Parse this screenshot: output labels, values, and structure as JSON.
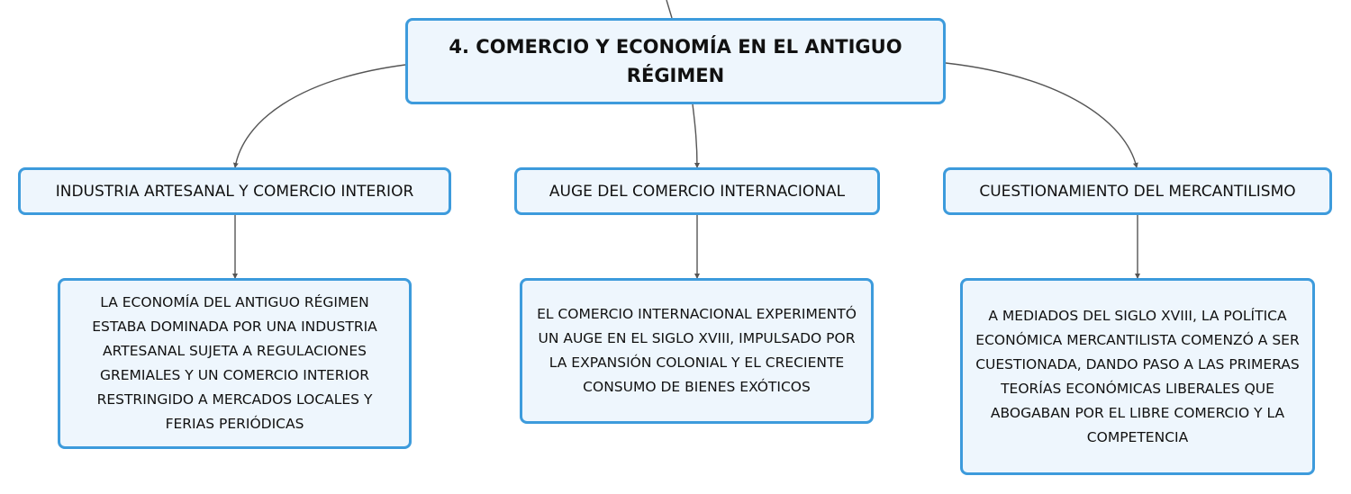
{
  "mindmap": {
    "root": {
      "title": "4. COMERCIO Y ECONOMÍA EN EL ANTIGUO RÉGIMEN"
    },
    "branches": [
      {
        "label": "INDUSTRIA ARTESANAL Y COMERCIO INTERIOR",
        "detail": "LA ECONOMÍA DEL ANTIGUO RÉGIMEN ESTABA DOMINADA POR UNA INDUSTRIA ARTESANAL SUJETA A REGULACIONES GREMIALES Y UN COMERCIO INTERIOR RESTRINGIDO A MERCADOS LOCALES Y FERIAS PERIÓDICAS"
      },
      {
        "label": "AUGE DEL COMERCIO INTERNACIONAL",
        "detail": "EL COMERCIO INTERNACIONAL EXPERIMENTÓ UN AUGE EN EL SIGLO XVIII, IMPULSADO POR LA EXPANSIÓN COLONIAL Y EL CRECIENTE CONSUMO DE BIENES EXÓTICOS"
      },
      {
        "label": "CUESTIONAMIENTO DEL MERCANTILISMO",
        "detail": "A MEDIADOS DEL SIGLO XVIII, LA POLÍTICA ECONÓMICA MERCANTILISTA COMENZÓ A SER CUESTIONADA, DANDO PASO A LAS PRIMERAS TEORÍAS ECONÓMICAS LIBERALES QUE ABOGABAN POR EL LIBRE COMERCIO Y LA COMPETENCIA"
      }
    ]
  },
  "colors": {
    "node_border": "#3d9bdc",
    "node_fill": "#eef6fd",
    "connector": "#555555"
  }
}
